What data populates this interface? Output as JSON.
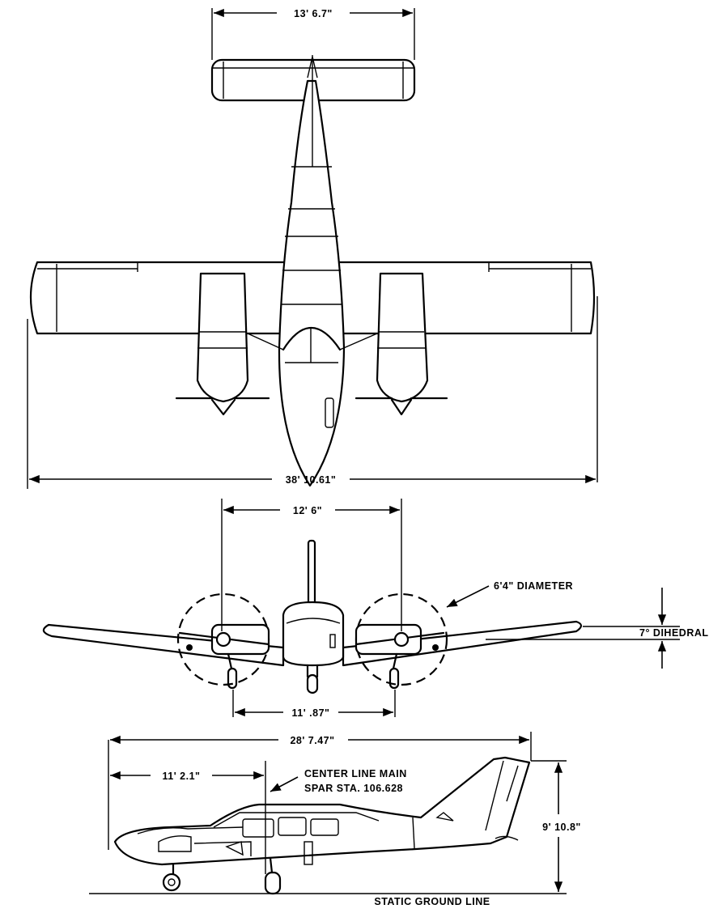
{
  "views": {
    "top": {
      "stabilizer_span": "13' 6.7\"",
      "wing_span": "38' 10.61\""
    },
    "front": {
      "engine_spacing": "12' 6\"",
      "propeller_diameter": "6'4\" DIAMETER",
      "dihedral": "7° DIHEDRAL",
      "main_gear_track": "11' .87\""
    },
    "side": {
      "overall_length": "28' 7.47\"",
      "spar_station_distance": "11' 2.1\"",
      "spar_note_line1": "CENTER LINE MAIN",
      "spar_note_line2": "SPAR STA. 106.628",
      "height": "9' 10.8\"",
      "ground_line": "STATIC GROUND LINE"
    }
  }
}
